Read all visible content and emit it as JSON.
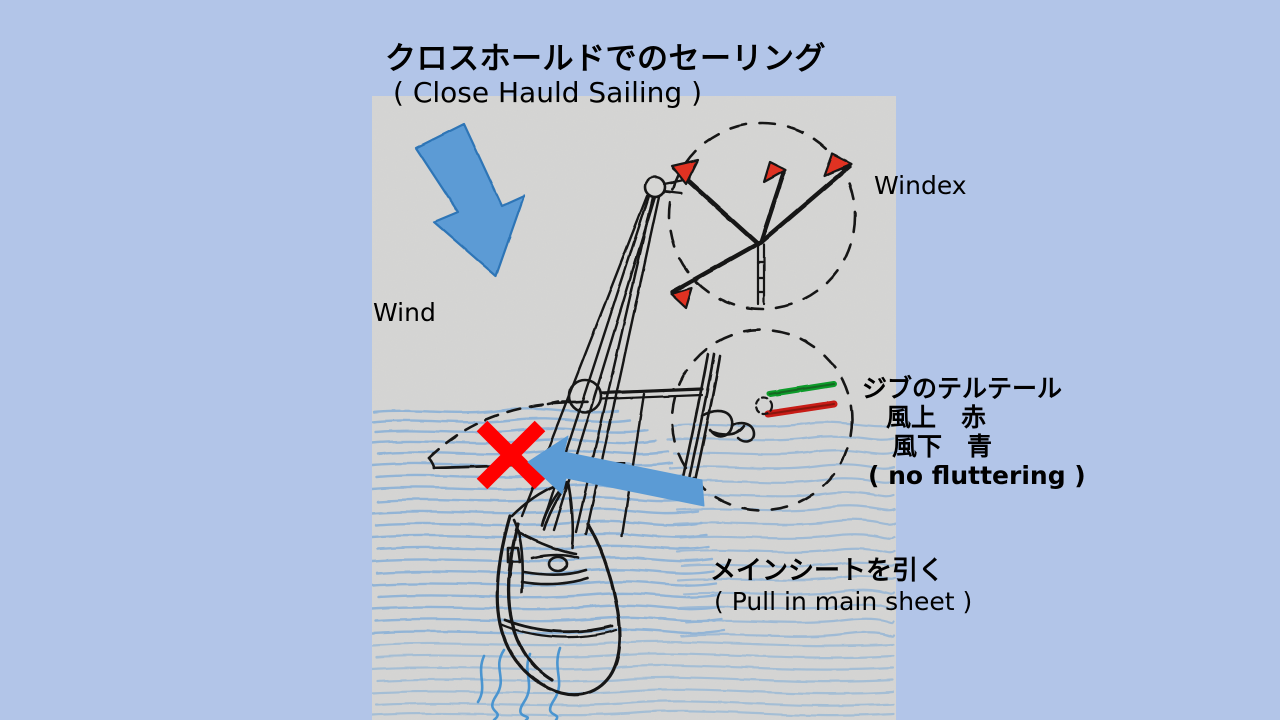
{
  "slide": {
    "background_color": "#b2c5e8",
    "photo_background_color": "#d2d2d2"
  },
  "title": {
    "japanese": "クロスホールドでのセーリング",
    "english": "( Close Hauld Sailing )"
  },
  "annotations": {
    "windex_label": "Windex",
    "wind_label": "Wind",
    "telltale": {
      "line1": "ジブのテルテール",
      "line2": "風上　赤",
      "line3": "風下　青",
      "line4": "( no fluttering )"
    },
    "mainsheet": {
      "japanese": "メインシートを引く",
      "english": "( Pull in main sheet )"
    }
  },
  "markers": {
    "wrong_mark": "red-cross-x",
    "wind_arrow": "blue-down-right-arrow",
    "mainsheet_arrow": "blue-left-arrow"
  },
  "colors": {
    "arrow_fill": "#5b9bd5",
    "arrow_stroke": "#2e75b6",
    "cross_red": "#ff0000",
    "telltale_red": "#c00000",
    "telltale_green": "#00a000",
    "windex_red": "#e03020",
    "ink": "#1a1a1a",
    "water_blue": "#6ba3d6"
  },
  "sketch": {
    "windex_circle": "dashed-detail-circle",
    "telltale_circle": "dashed-detail-circle",
    "boat": "hand-drawn-sailboat",
    "water": "blue-crayon-water"
  }
}
